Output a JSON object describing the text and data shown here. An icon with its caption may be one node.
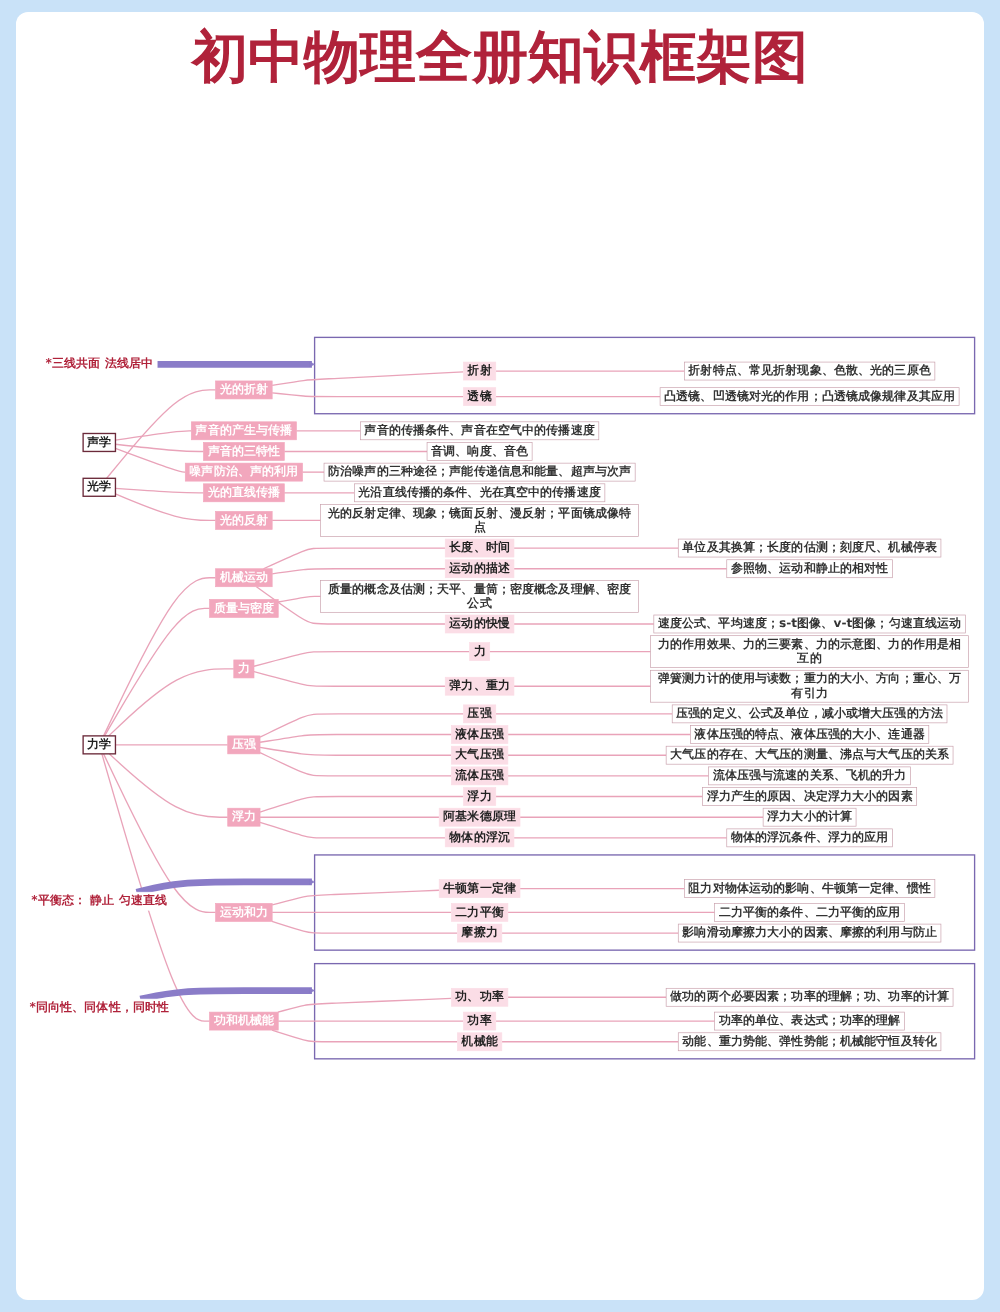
{
  "diagram": {
    "title": "初中物理全册知识框架图",
    "nodes": [
      {
        "text": [
          "声学"
        ]
      },
      {
        "text": [
          "声音的产生与传播"
        ]
      },
      {
        "text": [
          "声音的传播条件、声音在空气中的传播速度"
        ]
      },
      {
        "text": [
          "声音的三特性"
        ]
      },
      {
        "text": [
          "音调、响度、音色"
        ]
      },
      {
        "text": [
          "噪声防治、声的利用"
        ]
      },
      {
        "text": [
          "防治噪声的三种途径；声能传递信息和能量、超声与次声"
        ]
      },
      {
        "text": [
          "光学"
        ]
      },
      {
        "text": [
          "光的直线传播"
        ]
      },
      {
        "text": [
          "光沿直线传播的条件、光在真空中的传播速度"
        ]
      },
      {
        "text": [
          "光的反射"
        ]
      },
      {
        "text": [
          "光的反射定律、现象；镜面反射、漫反射；平面镜成像特点"
        ]
      },
      {
        "text": [
          "光的折射"
        ]
      },
      {
        "text": [],
        "shape": "box"
      },
      {
        "text": [
          "折射"
        ],
        "in": 13
      },
      {
        "text": [
          "折射特点、常见折射现象、色散、光的三原色"
        ],
        "in": 13
      },
      {
        "text": [
          "透镜"
        ],
        "in": 13
      },
      {
        "text": [
          "凸透镜、凹透镜对光的作用；凸透镜成像规律及其应用"
        ],
        "in": 13
      },
      {
        "text": [
          "*三线共面 法线居中"
        ]
      },
      {
        "text": [
          "力学"
        ]
      },
      {
        "text": [
          "机械运动"
        ]
      },
      {
        "text": [
          "长度、时间"
        ]
      },
      {
        "text": [
          "单位及其换算；长度的估测；刻度尺、机械停表"
        ]
      },
      {
        "text": [
          "运动的描述"
        ]
      },
      {
        "text": [
          "参照物、运动和静止的相对性"
        ]
      },
      {
        "text": [
          "运动的快慢"
        ]
      },
      {
        "text": [
          "速度公式、平均速度；s-t图像、v-t图像；匀速直线运动"
        ]
      },
      {
        "text": [
          "质量与密度"
        ]
      },
      {
        "text": [
          "质量的概念及估测；天平、量筒；密度概念及理解、密度公式"
        ]
      },
      {
        "text": [
          "力"
        ]
      },
      {
        "text": [
          "力"
        ]
      },
      {
        "text": [
          "力的作用效果、力的三要素、力的示意图、力的作用是相互的"
        ]
      },
      {
        "text": [
          "弹力、重力"
        ]
      },
      {
        "text": [
          "弹簧测力计的使用与读数；重力的大小、方向；重心、万有引力"
        ]
      },
      {
        "text": [
          "运动和力"
        ]
      },
      {
        "text": [],
        "shape": "box"
      },
      {
        "text": [
          "牛顿第一定律"
        ],
        "in": 35
      },
      {
        "text": [
          "阻力对物体运动的影响、牛顿第一定律、惯性"
        ],
        "in": 35
      },
      {
        "text": [
          "二力平衡"
        ],
        "in": 35
      },
      {
        "text": [
          "二力平衡的条件、二力平衡的应用"
        ],
        "in": 35
      },
      {
        "text": [
          "摩擦力"
        ],
        "in": 35
      },
      {
        "text": [
          "影响滑动摩擦力大小的因素、摩擦的利用与防止"
        ],
        "in": 35
      },
      {
        "text": [
          "*平衡态： 静止 匀速直线"
        ]
      },
      {
        "text": [
          "压强"
        ]
      },
      {
        "text": [
          "压强"
        ]
      },
      {
        "text": [
          "压强的定义、公式及单位，减小或增大压强的方法"
        ]
      },
      {
        "text": [
          "液体压强"
        ]
      },
      {
        "text": [
          "液体压强的特点、液体压强的大小、连通器"
        ]
      },
      {
        "text": [
          "大气压强"
        ]
      },
      {
        "text": [
          "大气压的存在、大气压的测量、沸点与大气压的关系"
        ]
      },
      {
        "text": [
          "流体压强"
        ]
      },
      {
        "text": [
          "流体压强与流速的关系、飞机的升力"
        ]
      },
      {
        "text": [
          "浮力"
        ]
      },
      {
        "text": [
          "浮力"
        ]
      },
      {
        "text": [
          "浮力产生的原因、决定浮力大小的因素"
        ]
      },
      {
        "text": [
          "阿基米德原理"
        ]
      },
      {
        "text": [
          "浮力大小的计算"
        ]
      },
      {
        "text": [
          "物体的浮沉"
        ]
      },
      {
        "text": [
          "物体的浮沉条件、浮力的应用"
        ]
      },
      {
        "text": [
          "功和机械能"
        ]
      },
      {
        "text": [],
        "shape": "box"
      },
      {
        "text": [
          "功、功率"
        ],
        "in": 60
      },
      {
        "text": [
          "做功的两个必要因素；功率的理解；功、功率的计算"
        ],
        "in": 60
      },
      {
        "text": [
          "功率"
        ],
        "in": 60
      },
      {
        "text": [
          "功率的单位、表达式；功率的理解"
        ],
        "in": 60
      },
      {
        "text": [
          "机械能"
        ],
        "in": 60
      },
      {
        "text": [
          "动能、重力势能、弹性势能；机械能守恒及转化"
        ],
        "in": 60
      },
      {
        "text": [
          "*同向性、同体性，同时性"
        ]
      }
    ],
    "edges": [
      {
        "from": 0,
        "to": 1,
        "arrow": "none"
      },
      {
        "from": 1,
        "to": 2,
        "arrow": "none"
      },
      {
        "from": 0,
        "to": 3,
        "arrow": "none"
      },
      {
        "from": 3,
        "to": 4,
        "arrow": "none"
      },
      {
        "from": 0,
        "to": 5,
        "arrow": "none"
      },
      {
        "from": 5,
        "to": 6,
        "arrow": "none"
      },
      {
        "from": 7,
        "to": 8,
        "arrow": "none"
      },
      {
        "from": 8,
        "to": 9,
        "arrow": "none"
      },
      {
        "from": 7,
        "to": 10,
        "arrow": "none"
      },
      {
        "from": 10,
        "to": 11,
        "arrow": "none"
      },
      {
        "from": 7,
        "to": 12,
        "arrow": "none"
      },
      {
        "from": 12,
        "to": 14,
        "arrow": "none"
      },
      {
        "from": 14,
        "to": 15,
        "arrow": "none"
      },
      {
        "from": 12,
        "to": 16,
        "arrow": "none"
      },
      {
        "from": 16,
        "to": 17,
        "arrow": "none"
      },
      {
        "from": 18,
        "to": 13,
        "arrow": "to",
        "style": "thick",
        "color": "#8a7cc8"
      },
      {
        "from": 19,
        "to": 20,
        "arrow": "none"
      },
      {
        "from": 20,
        "to": 21,
        "arrow": "none"
      },
      {
        "from": 21,
        "to": 22,
        "arrow": "none"
      },
      {
        "from": 20,
        "to": 23,
        "arrow": "none"
      },
      {
        "from": 23,
        "to": 24,
        "arrow": "none"
      },
      {
        "from": 20,
        "to": 25,
        "arrow": "none"
      },
      {
        "from": 25,
        "to": 26,
        "arrow": "none"
      },
      {
        "from": 19,
        "to": 27,
        "arrow": "none"
      },
      {
        "from": 27,
        "to": 28,
        "arrow": "none"
      },
      {
        "from": 19,
        "to": 29,
        "arrow": "none"
      },
      {
        "from": 29,
        "to": 30,
        "arrow": "none"
      },
      {
        "from": 30,
        "to": 31,
        "arrow": "none"
      },
      {
        "from": 29,
        "to": 32,
        "arrow": "none"
      },
      {
        "from": 32,
        "to": 33,
        "arrow": "none"
      },
      {
        "from": 19,
        "to": 34,
        "arrow": "none"
      },
      {
        "from": 34,
        "to": 36,
        "arrow": "none"
      },
      {
        "from": 36,
        "to": 37,
        "arrow": "none"
      },
      {
        "from": 34,
        "to": 38,
        "arrow": "none"
      },
      {
        "from": 38,
        "to": 39,
        "arrow": "none"
      },
      {
        "from": 34,
        "to": 40,
        "arrow": "none"
      },
      {
        "from": 40,
        "to": 41,
        "arrow": "none"
      },
      {
        "from": 42,
        "to": 35,
        "arrow": "to",
        "style": "thick",
        "color": "#8a7cc8"
      },
      {
        "from": 19,
        "to": 43,
        "arrow": "none"
      },
      {
        "from": 43,
        "to": 44,
        "arrow": "none"
      },
      {
        "from": 44,
        "to": 45,
        "arrow": "none"
      },
      {
        "from": 43,
        "to": 46,
        "arrow": "none"
      },
      {
        "from": 46,
        "to": 47,
        "arrow": "none"
      },
      {
        "from": 43,
        "to": 48,
        "arrow": "none"
      },
      {
        "from": 48,
        "to": 49,
        "arrow": "none"
      },
      {
        "from": 43,
        "to": 50,
        "arrow": "none"
      },
      {
        "from": 50,
        "to": 51,
        "arrow": "none"
      },
      {
        "from": 19,
        "to": 52,
        "arrow": "none"
      },
      {
        "from": 52,
        "to": 53,
        "arrow": "none"
      },
      {
        "from": 53,
        "to": 54,
        "arrow": "none"
      },
      {
        "from": 52,
        "to": 55,
        "arrow": "none"
      },
      {
        "from": 55,
        "to": 56,
        "arrow": "none"
      },
      {
        "from": 52,
        "to": 57,
        "arrow": "none"
      },
      {
        "from": 57,
        "to": 58,
        "arrow": "none"
      },
      {
        "from": 19,
        "to": 59,
        "arrow": "none"
      },
      {
        "from": 59,
        "to": 61,
        "arrow": "none"
      },
      {
        "from": 61,
        "to": 62,
        "arrow": "none"
      },
      {
        "from": 59,
        "to": 63,
        "arrow": "none"
      },
      {
        "from": 63,
        "to": 64,
        "arrow": "none"
      },
      {
        "from": 59,
        "to": 65,
        "arrow": "none"
      },
      {
        "from": 65,
        "to": 66,
        "arrow": "none"
      },
      {
        "from": 67,
        "to": 60,
        "arrow": "to",
        "style": "thick",
        "color": "#8a7cc8"
      }
    ]
  }
}
